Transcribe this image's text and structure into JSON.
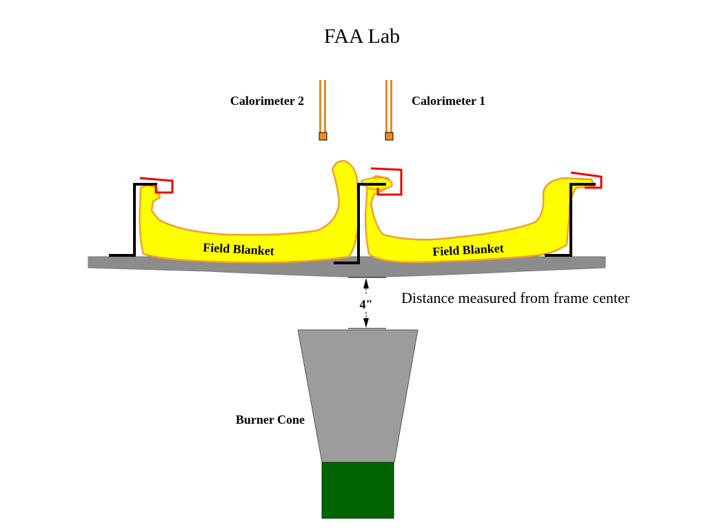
{
  "title": "FAA Lab",
  "labels": {
    "calorimeter_2": "Calorimeter 2",
    "calorimeter_1": "Calorimeter 1",
    "field_blanket_left": "Field Blanket",
    "field_blanket_right": "Field Blanket",
    "distance": "4\"",
    "distance_note": "Distance measured from frame center",
    "burner_cone": "Burner Cone"
  },
  "colors": {
    "calorimeter_tube": "#e8892a",
    "calorimeter_tip": "#f08a1c",
    "blanket_fill": "#ffff00",
    "blanket_edge": "#f0a030",
    "clip": "#ee0000",
    "frame": "#000000",
    "plate": "#8c8c8c",
    "cone": "#9c9c9c",
    "nozzle": "#006400"
  }
}
